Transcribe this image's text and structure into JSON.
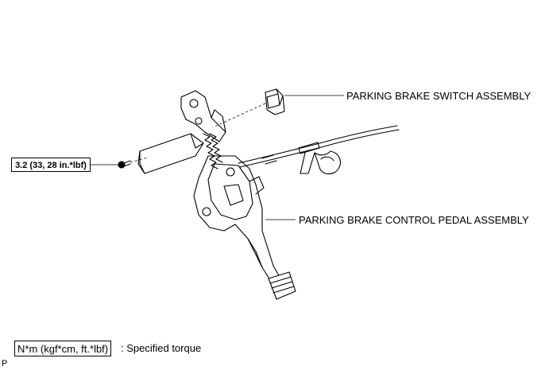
{
  "callouts": {
    "switch_assembly": "PARKING BRAKE SWITCH ASSEMBLY",
    "pedal_assembly": "PARKING BRAKE CONTROL PEDAL ASSEMBLY"
  },
  "torque_spec": "3.2 (33, 28 in.*lbf)",
  "legend": {
    "unit_box": "N*m (kgf*cm, ft.*lbf)",
    "description": ": Specified torque"
  },
  "illustration_code": "P"
}
